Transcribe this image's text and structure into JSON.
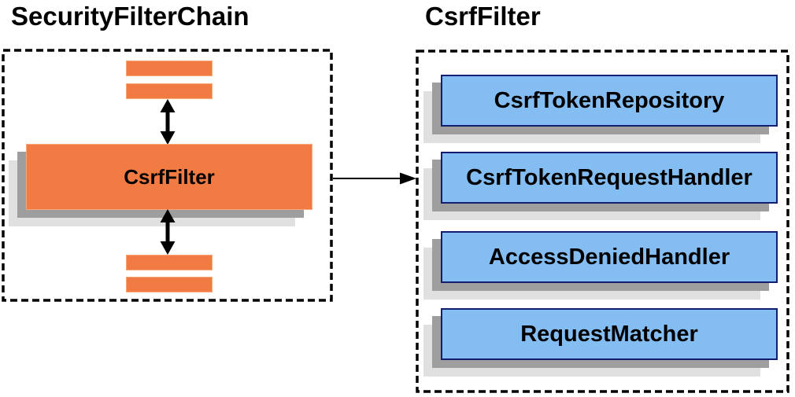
{
  "left_panel": {
    "title": "SecurityFilterChain",
    "csrf_filter_label": "CsrfFilter"
  },
  "right_panel": {
    "title": "CsrfFilter",
    "components": [
      "CsrfTokenRepository",
      "CsrfTokenRequestHandler",
      "AccessDeniedHandler",
      "RequestMatcher"
    ]
  },
  "colors": {
    "orange_fill": "#F17B42",
    "blue_fill": "#84BDF2",
    "blue_border": "#141E70",
    "shadow_dark": "#9E9E9E",
    "shadow_light": "#E0E0E0",
    "line_black": "#000000"
  }
}
